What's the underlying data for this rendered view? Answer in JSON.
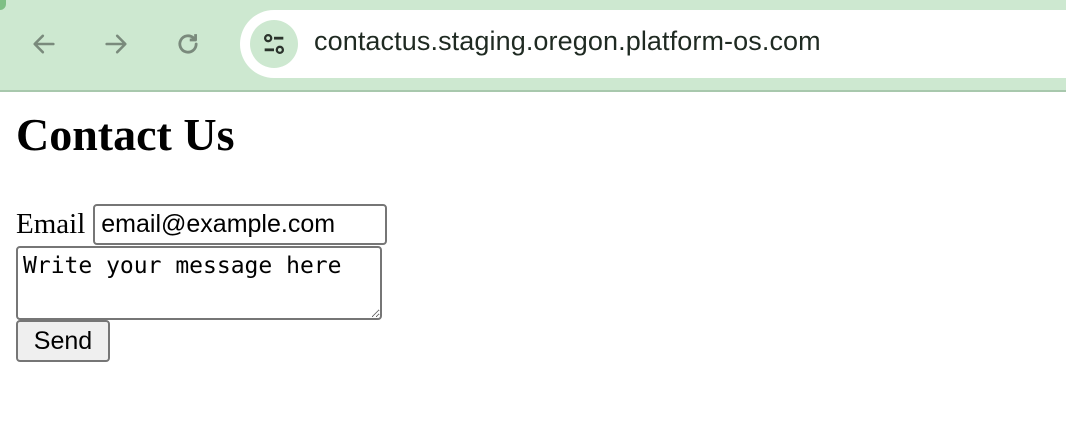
{
  "browser": {
    "url": "contactus.staging.oregon.platform-os.com",
    "icons": {
      "back": "arrow-left-icon",
      "forward": "arrow-right-icon",
      "reload": "reload-icon",
      "site_info": "tune-icon"
    },
    "colors": {
      "toolbar_bg": "#cde8d0",
      "icon_color": "#7a8a7c"
    }
  },
  "page": {
    "title": "Contact Us",
    "form": {
      "email_label": "Email",
      "email_value": "email@example.com",
      "message_value": "Write your message here",
      "send_label": "Send"
    }
  }
}
